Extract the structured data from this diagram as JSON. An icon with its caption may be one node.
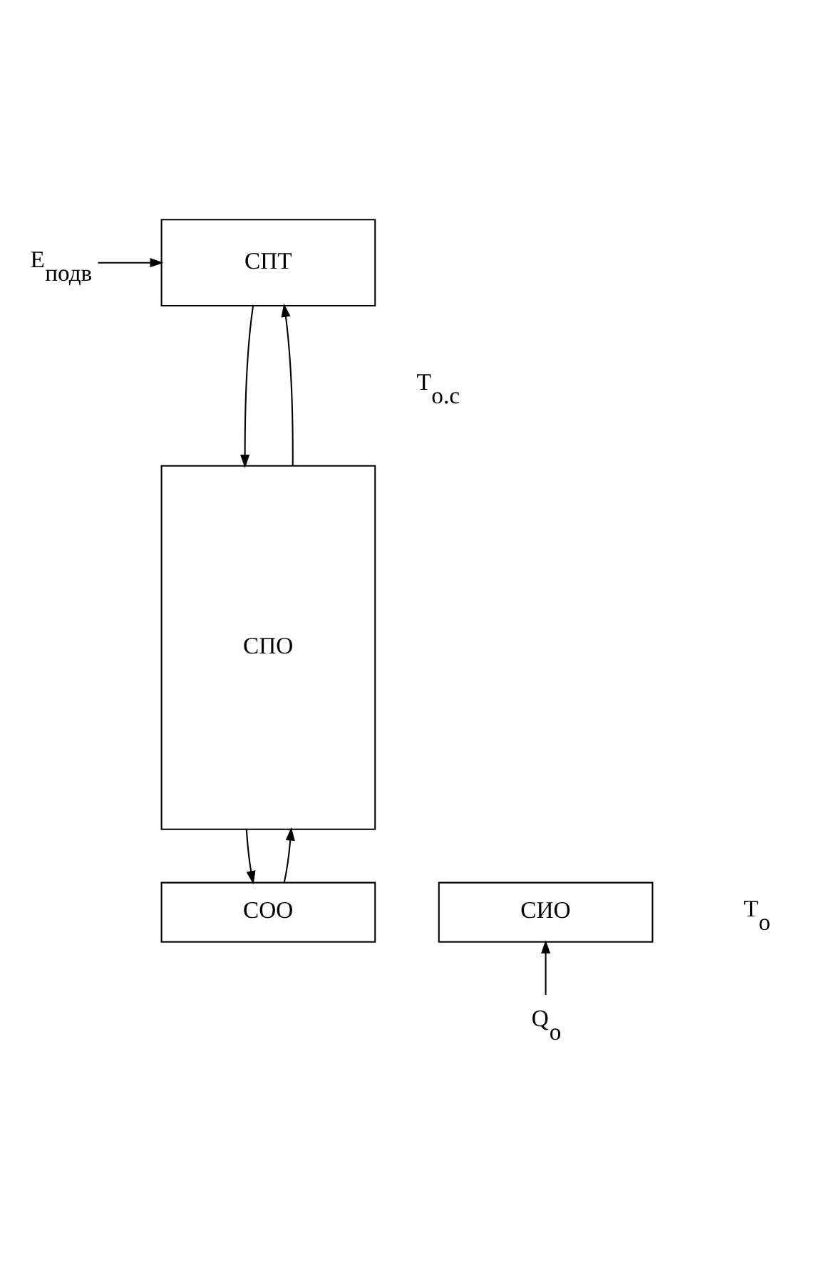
{
  "diagram": {
    "nodes": [
      {
        "text": [
          "СПТ"
        ]
      },
      {
        "text": [
          "СПО"
        ]
      },
      {
        "text": [
          "СОО"
        ]
      },
      {
        "text": [
          "СИО"
        ]
      },
      {
        "text": [
          "E$_{подв}$"
        ]
      },
      {
        "text": [
          "Q$_{о}$"
        ]
      }
    ],
    "edges": [
      {
        "from": 0,
        "to": 1,
        "arrow": "to"
      },
      {
        "from": 1,
        "to": 0,
        "arrow": "to"
      },
      {
        "from": 1,
        "to": 2,
        "arrow": "to"
      },
      {
        "from": 2,
        "to": 1,
        "arrow": "to"
      },
      {
        "from": 4,
        "to": 0,
        "arrow": "to"
      },
      {
        "from": 5,
        "to": 3,
        "arrow": "to"
      }
    ],
    "labels": [
      "T$_{о.с}$",
      "T$_{о}$"
    ]
  }
}
